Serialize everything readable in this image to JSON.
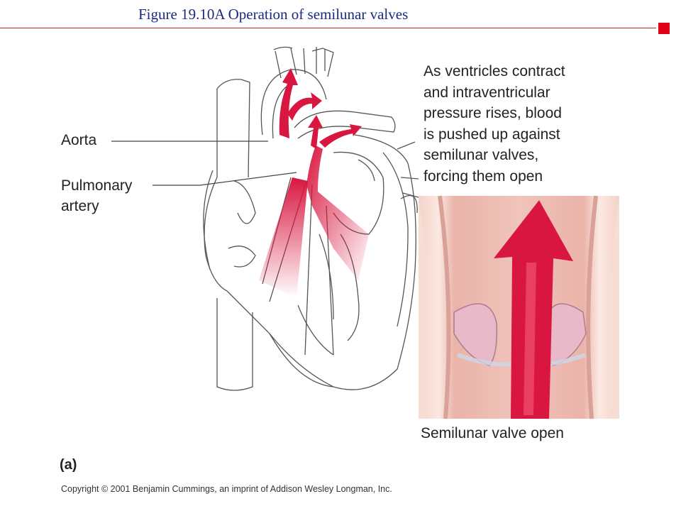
{
  "title": "Figure 19.10A  Operation of semilunar valves",
  "labels": {
    "aorta": "Aorta",
    "pulmonary_artery": [
      "Pulmonary",
      "artery"
    ]
  },
  "caption_top_lines": [
    "As ventricles contract",
    "and intraventricular",
    "pressure rises, blood",
    "is pushed up against",
    "semilunar valves,",
    "forcing them open"
  ],
  "caption_bottom": "Semilunar valve open",
  "part_label": "(a)",
  "copyright": "Copyright © 2001 Benjamin Cummings, an imprint of Addison Wesley Longman, Inc.",
  "colors": {
    "title": "#1a2a80",
    "rule": "#c0282d",
    "accent_square": "#e0001a",
    "blood_arrow": "#d9163f",
    "valve_tissue": "#f2c9c0"
  }
}
